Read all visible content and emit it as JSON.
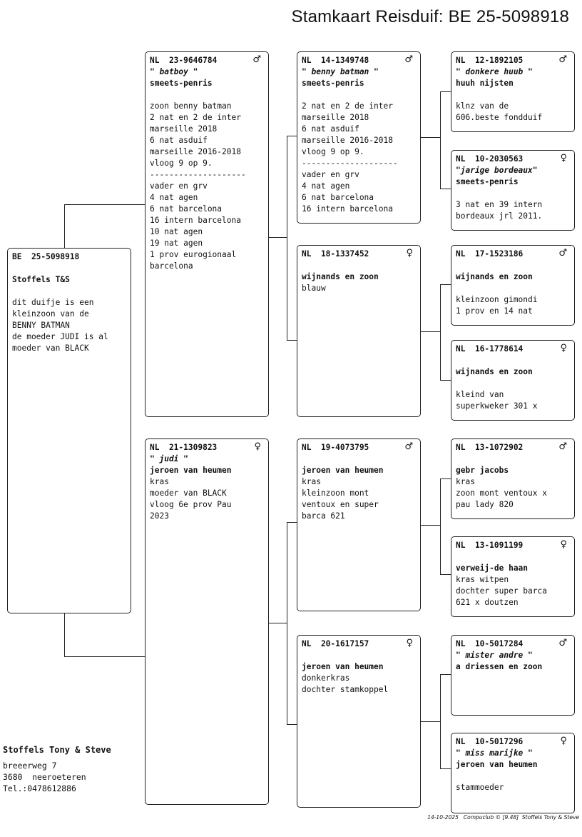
{
  "title": "Stamkaart Reisduif: BE  25-5098918",
  "subject": {
    "ring": "BE  25-5098918",
    "owner": "Stoffels T&S",
    "notes": "dit duifje is een\nkleinzoon van de\nBENNY BATMAN\nde moeder JUDI is al\nmoeder van BLACK"
  },
  "father": {
    "ring": "NL  23-9646784",
    "sex": "♂",
    "nick": "\" batboy \"",
    "owner": "smeets-penris",
    "notes": "zoon benny batman\n2 nat en 2 de inter\nmarseille 2018\n6 nat asduif\nmarseille 2016-2018\nvloog 9 op 9.\n--------------------\nvader en grv\n4 nat agen\n6 nat barcelona\n16 intern barcelona\n10 nat agen\n19 nat agen\n1 prov eurogionaal\nbarcelona"
  },
  "mother": {
    "ring": "NL  21-1309823",
    "sex": "♀",
    "nick": "\" judi \"",
    "owner": "jeroen van heumen",
    "notes": "kras\nmoeder van BLACK\nvloog 6e prov Pau\n2023"
  },
  "ff": {
    "ring": "NL  14-1349748",
    "sex": "♂",
    "nick": "\" benny batman \"",
    "owner": "smeets-penris",
    "notes": "2 nat en 2 de inter\nmarseille 2018\n6 nat asduif\nmarseille 2016-2018\nvloog 9 op 9.\n--------------------\nvader en grv\n4 nat agen\n6 nat barcelona\n16 intern barcelona"
  },
  "fm": {
    "ring": "NL  18-1337452",
    "sex": "♀",
    "owner": "wijnands en zoon",
    "notes": "blauw"
  },
  "mf": {
    "ring": "NL  19-4073795",
    "sex": "♂",
    "owner": "jeroen van heumen",
    "notes": "kras\nkleinzoon mont\nventoux en super\nbarca 621"
  },
  "mm": {
    "ring": "NL  20-1617157",
    "sex": "♀",
    "owner": "jeroen van heumen",
    "notes": "donkerkras\ndochter stamkoppel"
  },
  "fff": {
    "ring": "NL  12-1892105",
    "sex": "♂",
    "nick": "\" donkere huub \"",
    "owner": "huuh nijsten",
    "notes": "klnz van de\n606.beste fondduif"
  },
  "ffm": {
    "ring": "NL  10-2030563",
    "sex": "♀",
    "nick": "\"jarige bordeaux\"",
    "owner": "smeets-penris",
    "notes": "3 nat en 39 intern\nbordeaux jrl 2011."
  },
  "fmf": {
    "ring": "NL  17-1523186",
    "sex": "♂",
    "owner": "wijnands en zoon",
    "notes": "kleinzoon gimondi\n1 prov en 14 nat"
  },
  "fmm": {
    "ring": "NL  16-1778614",
    "sex": "♀",
    "owner": "wijnands en zoon",
    "notes": "kleind van\nsuperkweker 301 x"
  },
  "mff": {
    "ring": "NL  13-1072902",
    "sex": "♂",
    "owner": "gebr jacobs",
    "notes": "kras\nzoon mont ventoux x\npau lady 820"
  },
  "mfm": {
    "ring": "NL  13-1091199",
    "sex": "♀",
    "owner": "verweij-de haan",
    "notes": "kras witpen\ndochter super barca\n621 x doutzen"
  },
  "mmf": {
    "ring": "NL  10-5017284",
    "sex": "♂",
    "nick": "\" mister andre \"",
    "owner": "a driessen en zoon",
    "notes": ""
  },
  "mmm": {
    "ring": "NL  10-5017296",
    "sex": "♀",
    "nick": "\" miss marijke \"",
    "owner": "jeroen van heumen",
    "notes": "stammoeder"
  },
  "breeder": {
    "name": "Stoffels Tony & Steve",
    "street": "breeerweg 7",
    "city": "3680  neeroeteren",
    "phone": "Tel.:0478612886"
  },
  "footer": "14-10-2025   Compuclub © [9.48]  Stoffels Tony & Steve"
}
